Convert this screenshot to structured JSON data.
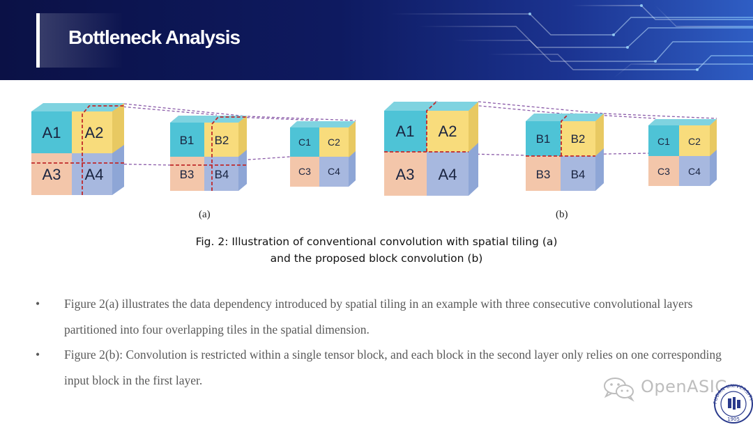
{
  "slide": {
    "title": "Bottleneck Analysis"
  },
  "figure": {
    "panel_a": {
      "label": "(a)",
      "layer1": [
        "A1",
        "A2",
        "A3",
        "A4"
      ],
      "layer2": [
        "B1",
        "B2",
        "B3",
        "B4"
      ],
      "layer3": [
        "C1",
        "C2",
        "C3",
        "C4"
      ]
    },
    "panel_b": {
      "label": "(b)",
      "layer1": [
        "A1",
        "A2",
        "A3",
        "A4"
      ],
      "layer2": [
        "B1",
        "B2",
        "B3",
        "B4"
      ],
      "layer3": [
        "C1",
        "C2",
        "C3",
        "C4"
      ]
    },
    "caption_line1": "Fig. 2: Illustration of conventional convolution with spatial tiling (a)",
    "caption_line2": "and the proposed block convolution (b)"
  },
  "bullets": [
    "Figure 2(a) illustrates the data dependency introduced by spatial tiling in an example with three consecutive convolutional layers partitioned into four overlapping tiles in the spatial dimension.",
    "Figure 2(b): Convolution is restricted within a single tensor block, and each block in the second layer only relies on one corresponding input block in the first layer."
  ],
  "bullet_symbol": "•",
  "watermark": {
    "text": "OpenASIC",
    "seal_text": "FUDAN UNIVERSITY",
    "seal_year": "1905"
  },
  "colors": {
    "banner_dark": "#0c1350",
    "banner_mid": "#1d2a8a",
    "banner_light": "#3e6cd0",
    "tile_cyan": "#4ec3d6",
    "tile_yellow": "#f8dc7c",
    "tile_peach": "#f3c6aa",
    "tile_blue": "#a7b8df",
    "dash_red": "#c0282b",
    "dash_purple": "#8a5aa8",
    "bullet_text": "#595959"
  }
}
